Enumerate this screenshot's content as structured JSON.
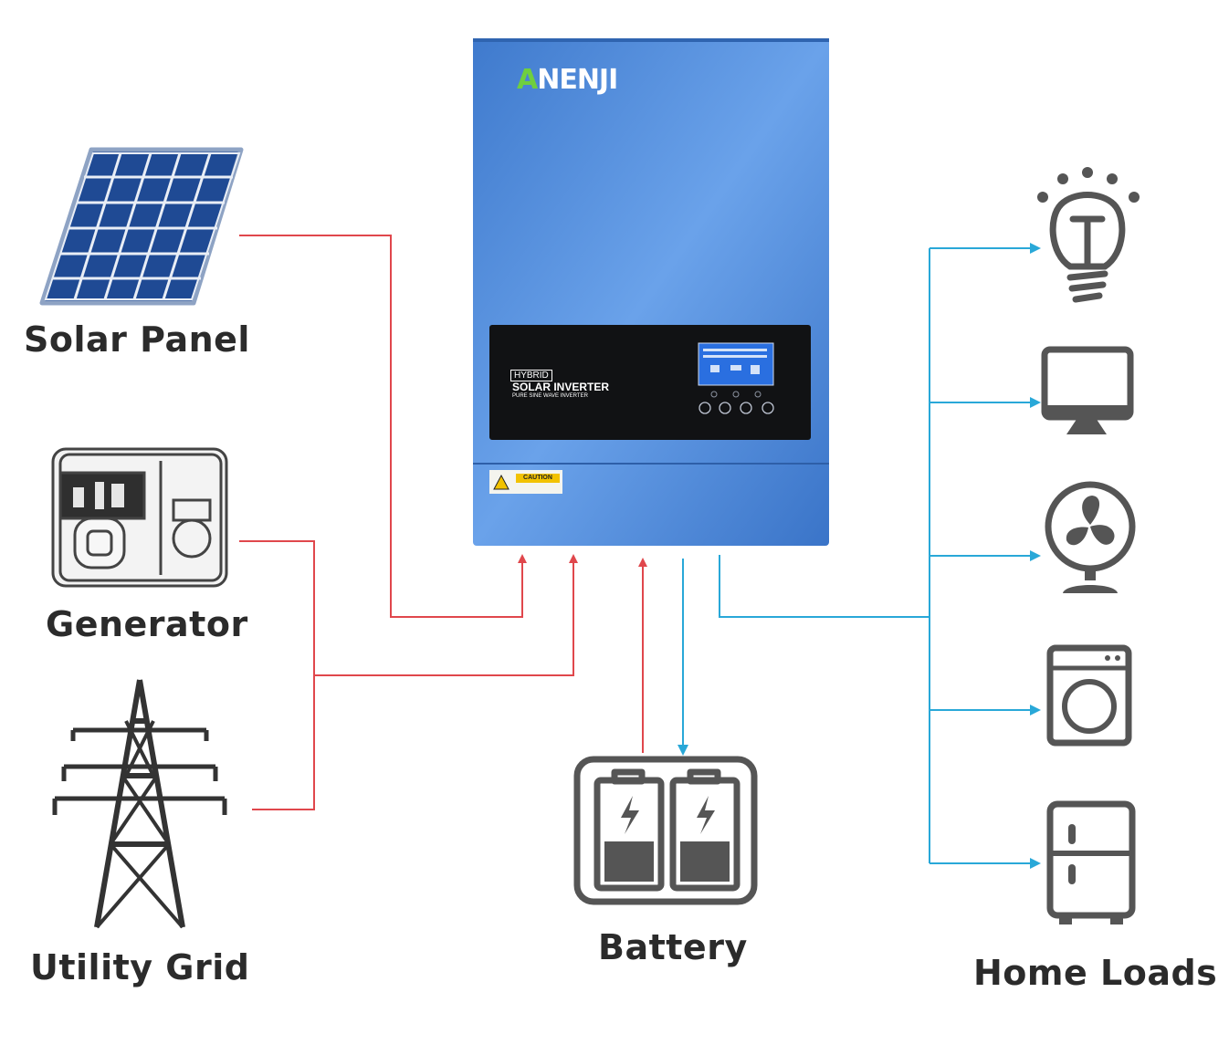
{
  "brand": {
    "name": "NENJI",
    "logo_letter": "A"
  },
  "inverter": {
    "badge": "HYBRID",
    "title": "SOLAR INVERTER",
    "subtitle": "PURE SINE WAVE INVERTER",
    "caution": "CAUTION"
  },
  "sources": [
    {
      "label": "Solar Panel",
      "icon": "solar-panel-icon"
    },
    {
      "label": "Generator",
      "icon": "generator-icon"
    },
    {
      "label": "Utility Grid",
      "icon": "transmission-tower-icon"
    }
  ],
  "storage": {
    "label": "Battery",
    "icon": "battery-icon"
  },
  "loads": {
    "label": "Home Loads",
    "items": [
      {
        "icon": "light-bulb-icon"
      },
      {
        "icon": "monitor-icon"
      },
      {
        "icon": "fan-icon"
      },
      {
        "icon": "washing-machine-icon"
      },
      {
        "icon": "refrigerator-icon"
      }
    ]
  },
  "colors": {
    "input_line": "#e0474c",
    "output_line": "#29a8d8",
    "inverter_body": "#4a86d8",
    "inverter_highlight": "#6fa5ea",
    "icon_gray": "#555555"
  }
}
